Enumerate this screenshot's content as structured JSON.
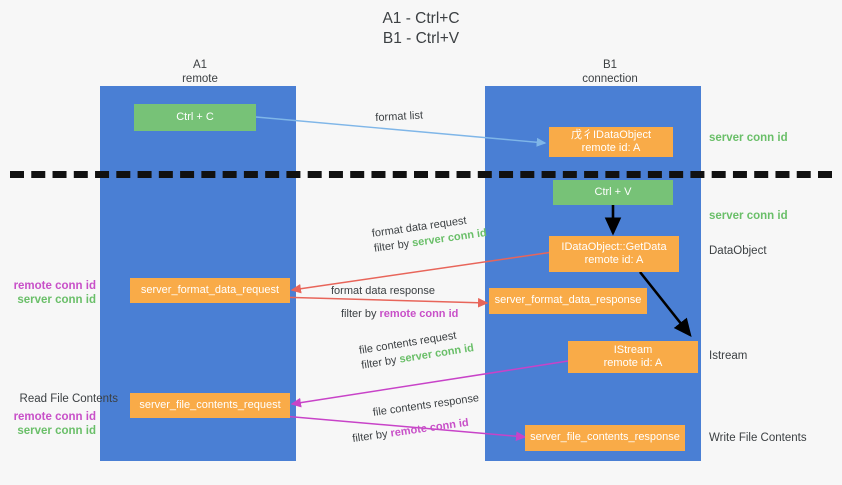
{
  "title": "A1 - Ctrl+C\nB1 - Ctrl+V",
  "lanes": [
    {
      "id": "a1",
      "title": "A1\nremote"
    },
    {
      "id": "b1",
      "title": "B1\nconnection"
    }
  ],
  "nodes": {
    "ctrl_c": "Ctrl + C",
    "idataobject": "戊彳IDataObject\nremote id: A",
    "ctrl_v": "Ctrl + V",
    "getdata": "IDataObject::GetData\nremote id: A",
    "server_format_data_request": "server_format_data_request",
    "server_format_data_response": "server_format_data_response",
    "istream": "IStream\nremote id: A",
    "server_file_contents_request": "server_file_contents_request",
    "server_file_contents_response": "server_file_contents_response"
  },
  "right_notes": [
    {
      "id": "server-conn-id-1",
      "text": "server conn id",
      "color": "green"
    },
    {
      "id": "server-conn-id-2",
      "text": "server conn id",
      "color": "green"
    },
    {
      "id": "dataobject",
      "text": "DataObject",
      "color": "dark"
    },
    {
      "id": "istream",
      "text": "Istream",
      "color": "dark"
    },
    {
      "id": "write-file-contents",
      "text": "Write File Contents",
      "color": "dark"
    }
  ],
  "left_notes": {
    "group1": [
      {
        "text": "remote conn id",
        "color": "mag"
      },
      {
        "text": "server conn id",
        "color": "green"
      }
    ],
    "read_file_contents": "Read File Contents",
    "group2": [
      {
        "text": "remote conn id",
        "color": "mag"
      },
      {
        "text": "server conn id",
        "color": "green"
      }
    ]
  },
  "edge_labels": {
    "format_list": "format list",
    "format_data_request": {
      "line1": "format data request",
      "prefix": "filter by ",
      "token": "server conn id",
      "token_color": "green"
    },
    "format_data_response": {
      "line1": "format data response",
      "prefix": "filter by ",
      "token": "remote conn id",
      "token_color": "mag"
    },
    "file_contents_request": {
      "line1": "file contents request",
      "prefix": "filter by ",
      "token": "server conn id",
      "token_color": "green"
    },
    "file_contents_response": {
      "line1": "file contents response",
      "prefix": "filter by ",
      "token": "remote conn id",
      "token_color": "mag"
    }
  },
  "colors": {
    "lane": "#4a7fd4",
    "green_box": "#77c277",
    "orange_box": "#f9ab48",
    "green_text": "#6abf69",
    "magenta_text": "#c850c8",
    "arrow_blue": "#7fb6e8",
    "arrow_red": "#e8655a",
    "arrow_magenta": "#c843c8",
    "arrow_black": "#000000",
    "background": "#f7f7f7"
  }
}
